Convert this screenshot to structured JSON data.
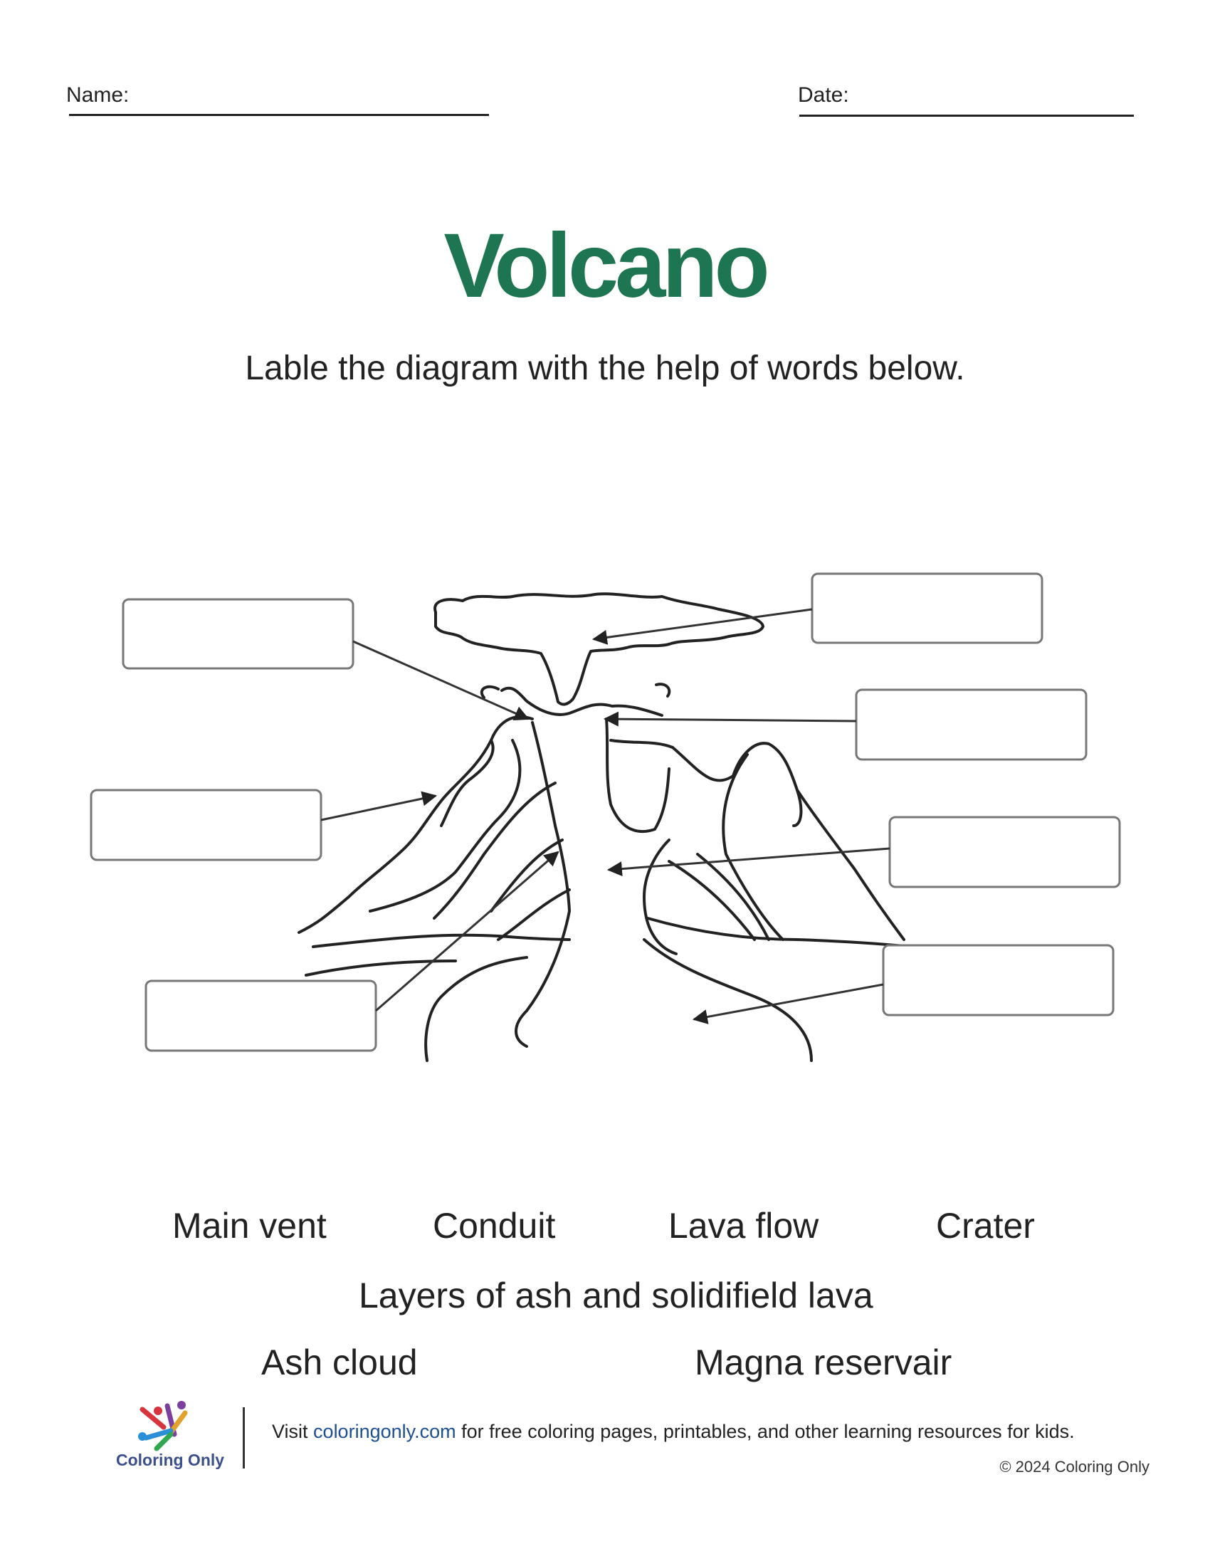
{
  "header": {
    "name_label": "Name:",
    "date_label": "Date:"
  },
  "title": "Volcano",
  "subtitle": "Lable the diagram with the help of words below.",
  "word_bank": {
    "row1": [
      "Main vent",
      "Conduit",
      "Lava flow",
      "Crater"
    ],
    "row2": [
      "Layers of ash and solidifield lava"
    ],
    "row3": [
      "Ash cloud",
      "Magna reservair"
    ]
  },
  "footer": {
    "logo_text": "Coloring Only",
    "visit_prefix": "Visit",
    "link_text": "coloringonly.com",
    "visit_suffix": "for free coloring pages, printables, and other learning resources for kids.",
    "copyright": "© 2024 Coloring Only"
  },
  "colors": {
    "title": "#1e7552",
    "link": "#1d4f91",
    "logo_text": "#3a4f8c"
  }
}
